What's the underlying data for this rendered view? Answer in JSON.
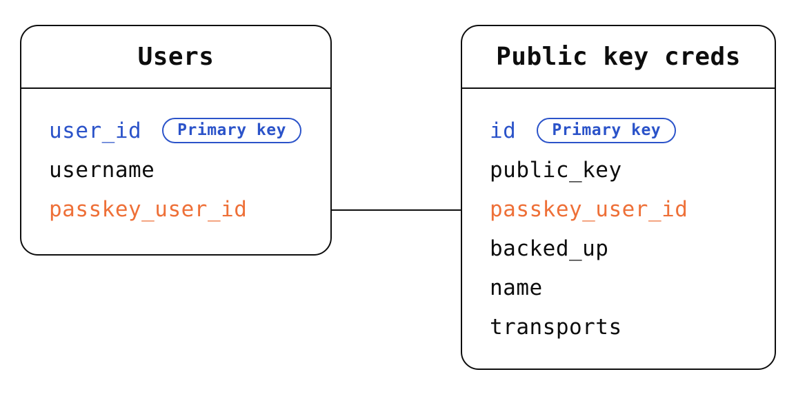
{
  "diagram": {
    "tables": [
      {
        "title": "Users",
        "fields": [
          {
            "name": "user_id",
            "role": "primary-key",
            "badge": "Primary key"
          },
          {
            "name": "username",
            "role": "plain"
          },
          {
            "name": "passkey_user_id",
            "role": "foreign-key"
          }
        ]
      },
      {
        "title": "Public key creds",
        "fields": [
          {
            "name": "id",
            "role": "primary-key",
            "badge": "Primary key"
          },
          {
            "name": "public_key",
            "role": "plain"
          },
          {
            "name": "passkey_user_id",
            "role": "foreign-key"
          },
          {
            "name": "backed_up",
            "role": "plain"
          },
          {
            "name": "name",
            "role": "plain"
          },
          {
            "name": "transports",
            "role": "plain"
          }
        ]
      }
    ],
    "relationship": {
      "type": "line",
      "from": "Users.passkey_user_id",
      "to": "Public key creds.passkey_user_id"
    },
    "colors": {
      "primary_key_blue": "#2b53c9",
      "foreign_key_orange": "#ee7038",
      "ink": "#0d0d0d",
      "background": "#ffffff"
    }
  }
}
